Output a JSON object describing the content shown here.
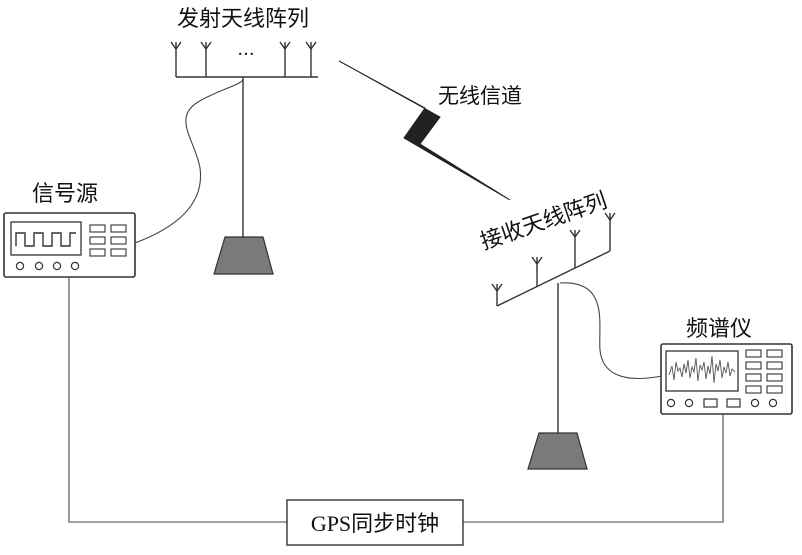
{
  "labels": {
    "tx_array": "发射天线阵列",
    "rx_array": "接收天线阵列",
    "wireless_channel": "无线信道",
    "signal_source": "信号源",
    "spectrum_analyzer": "频谱仪",
    "gps_clock": "GPS同步时钟",
    "ellipsis": "···"
  },
  "icons": {
    "tx": "antenna-array-icon",
    "rx": "antenna-array-icon",
    "channel": "lightning-bolt-icon",
    "source": "signal-generator-icon",
    "analyzer": "spectrum-analyzer-icon",
    "stand": "tripod-stand-icon"
  },
  "colors": {
    "line": "#333333",
    "stand_fill": "#7a7a7a",
    "screen_fill": "#ffffff"
  }
}
